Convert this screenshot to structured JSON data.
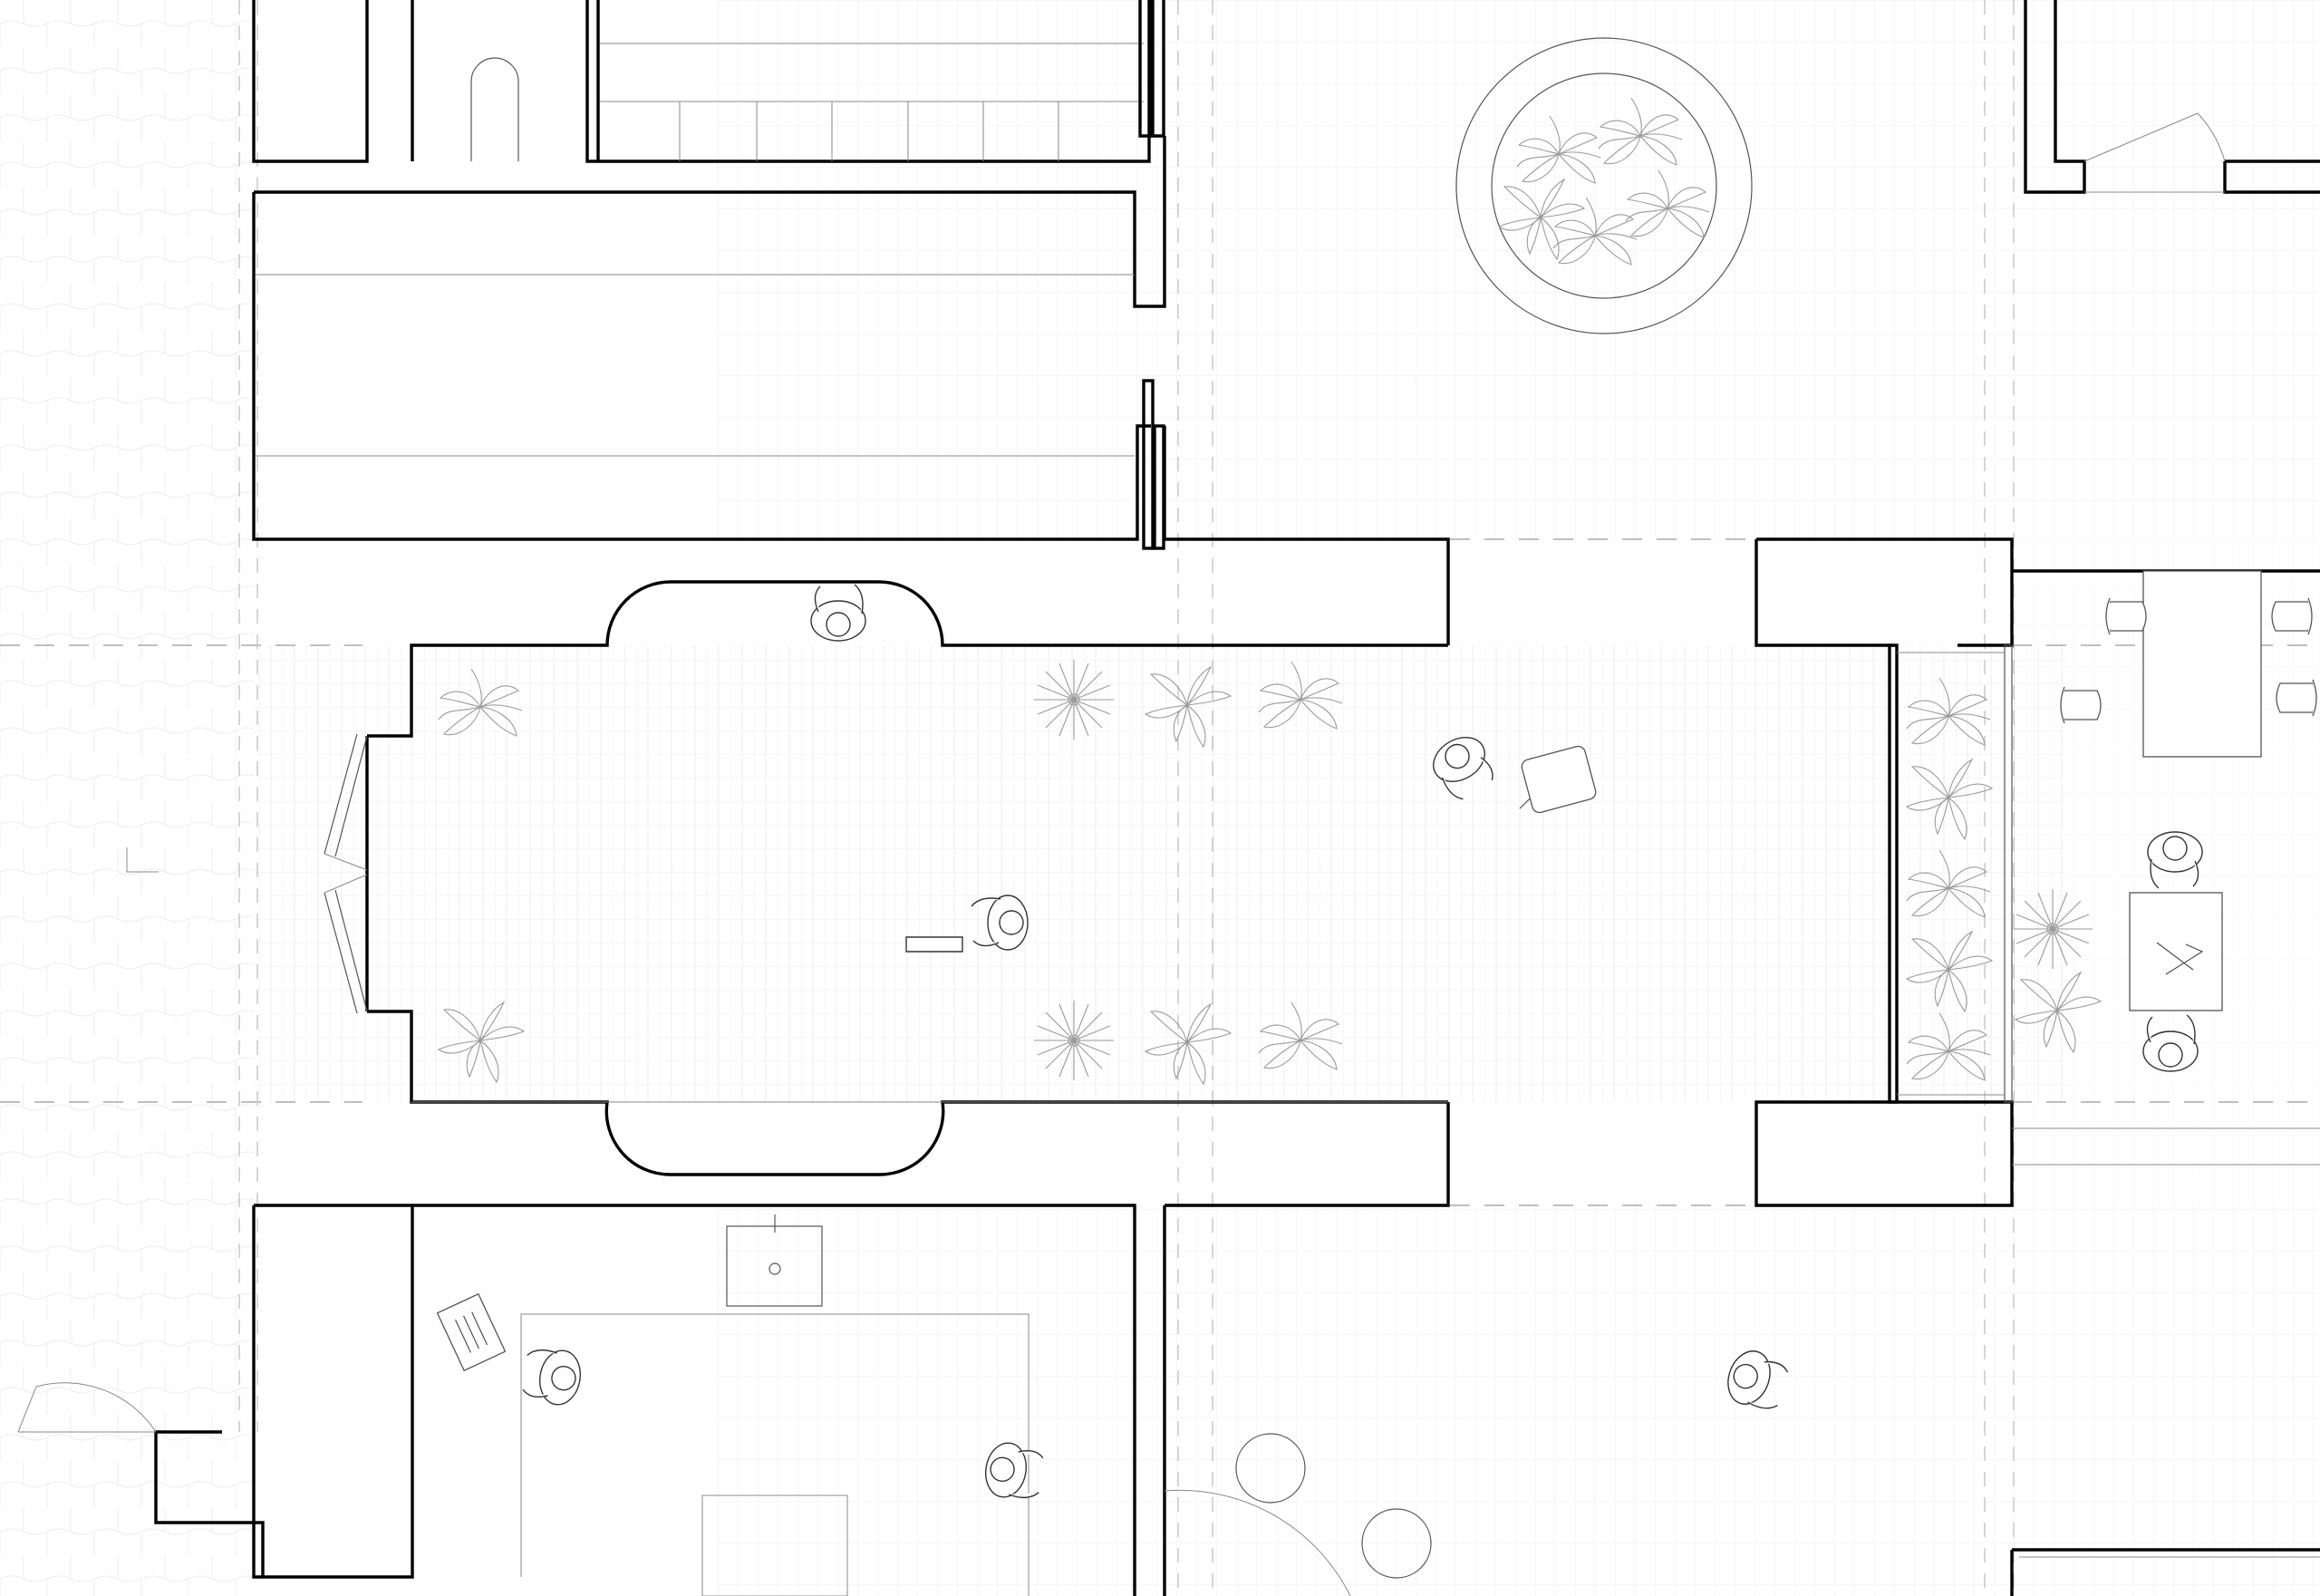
{
  "drawing": {
    "type": "architectural floor plan",
    "colors": {
      "background": "#ffffff",
      "walls": "#000000",
      "tile_grid": "#e6e6e6",
      "furniture_line": "#555555",
      "planting_line": "#9a9a9a"
    },
    "elements": {
      "people": 9,
      "plants": 14,
      "round_planter": 1,
      "tables": 2,
      "chairs": 6,
      "suitcase": 1,
      "sink": 1
    }
  }
}
